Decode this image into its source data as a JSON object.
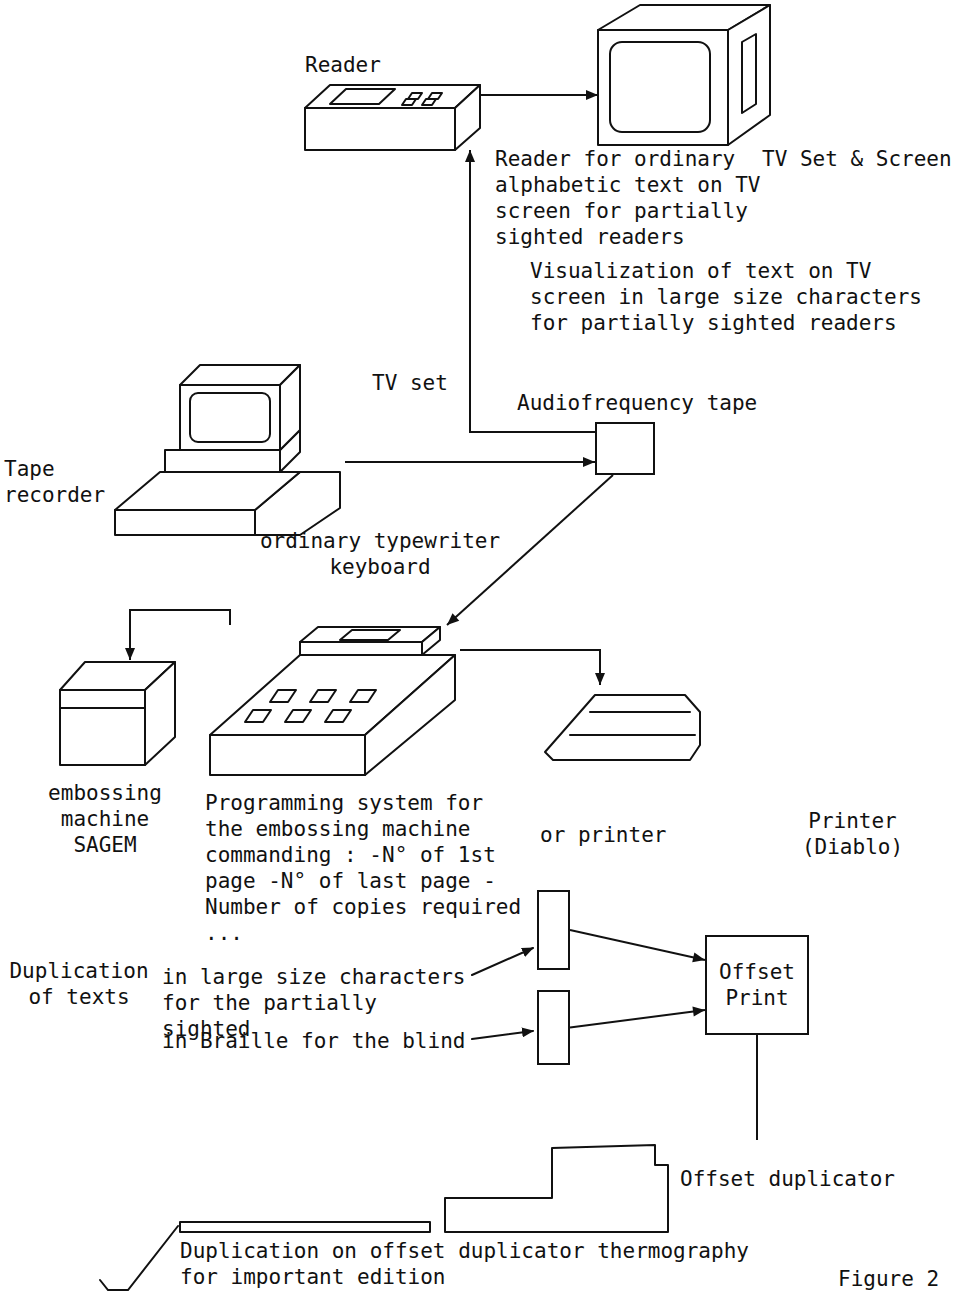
{
  "diagram": {
    "caption": "Figure 2",
    "nodes": [
      {
        "text": [
          "Reader",
          "Reader for ordinary alphabetic text on TV screen for partially sighted readers"
        ]
      },
      {
        "text": [
          "TV Set & Screen"
        ]
      },
      {
        "text": [
          "TV set",
          "Tape recorder",
          "ordinary typewriter keyboard"
        ]
      },
      {
        "text": [
          "Audiofrequency tape"
        ]
      },
      {
        "text": [
          "Programming system for the embossing machine commanding : -N° of 1st page -N° of last page -Number of copies required ...",
          "or printer"
        ]
      },
      {
        "text": [
          "embossing machine SAGEM"
        ]
      },
      {
        "text": [
          "Printer (Diablo)"
        ]
      },
      {
        "text": [
          "in large size characters for the partially sighted"
        ]
      },
      {
        "text": [
          "in Braille for the blind"
        ]
      },
      {
        "text": [
          "Offset Print"
        ]
      },
      {
        "text": [
          "Offset duplicator",
          "Duplication on offset duplicator thermography for important edition"
        ]
      }
    ],
    "edges": [
      {
        "from": 0,
        "to": 1,
        "arrow": "to"
      },
      {
        "from": 2,
        "to": 3,
        "arrow": "to"
      },
      {
        "from": 3,
        "to": 0,
        "arrow": "to"
      },
      {
        "from": 3,
        "to": 4,
        "arrow": "to"
      },
      {
        "from": 4,
        "to": 5,
        "arrow": "to"
      },
      {
        "from": 4,
        "to": 6,
        "arrow": "to"
      },
      {
        "from": 7,
        "to": 9,
        "arrow": "to"
      },
      {
        "from": 8,
        "to": 9,
        "arrow": "to"
      },
      {
        "from": 9,
        "to": 10,
        "arrow": "none"
      }
    ],
    "labels": [
      "Visualization of text on TV screen in large size characters for partially sighted readers",
      "Duplication of texts"
    ]
  }
}
